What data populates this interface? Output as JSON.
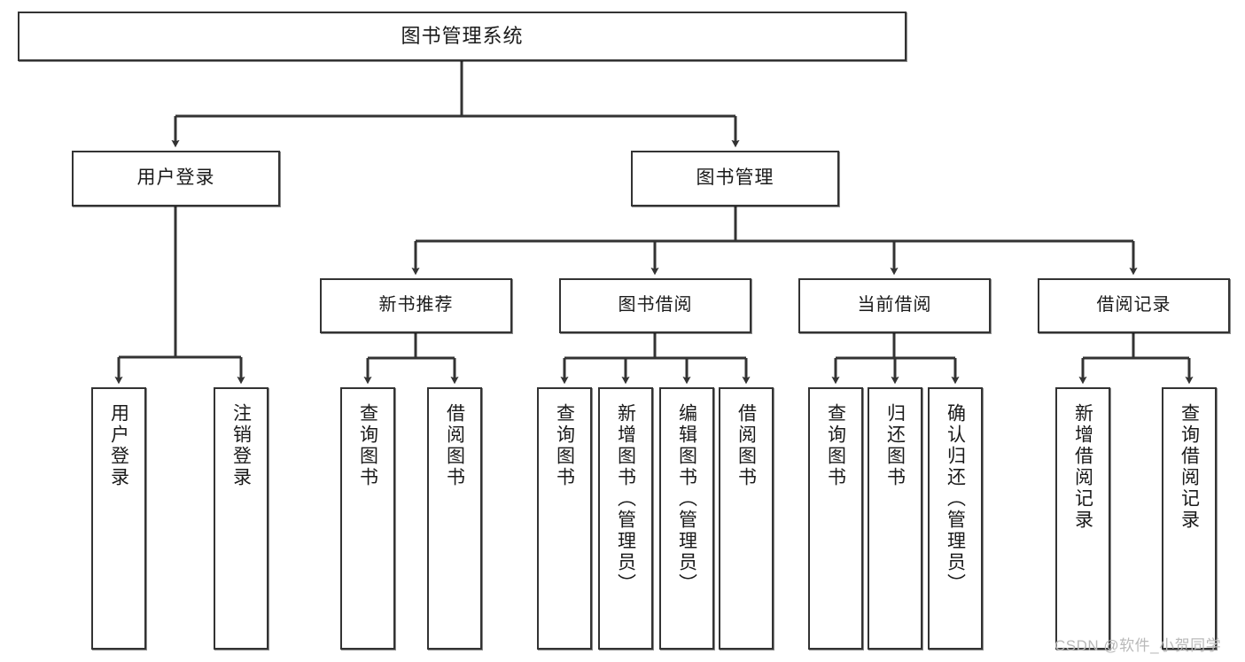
{
  "diagram": {
    "title": "图书管理系统",
    "type": "tree-hierarchy",
    "watermark": "CSDN @软件_小贺同学",
    "colors": {
      "box_border": "#333333",
      "box_fill": "#ffffff",
      "connector": "#333333",
      "text": "#1a1a1a",
      "watermark": "#b9b9b9"
    },
    "root": {
      "label": "图书管理系统"
    },
    "level1": [
      {
        "label": "用户登录"
      },
      {
        "label": "图书管理"
      }
    ],
    "level2": [
      {
        "label": "新书推荐"
      },
      {
        "label": "图书借阅"
      },
      {
        "label": "当前借阅"
      },
      {
        "label": "借阅记录"
      }
    ],
    "leaves": {
      "user_login": [
        {
          "label": "用户登录"
        },
        {
          "label": "注销登录"
        }
      ],
      "new_book_recommend": [
        {
          "label": "查询图书"
        },
        {
          "label": "借阅图书"
        }
      ],
      "book_borrow": [
        {
          "label": "查询图书"
        },
        {
          "label": "新增图书（管理员）"
        },
        {
          "label": "编辑图书（管理员）"
        },
        {
          "label": "借阅图书"
        }
      ],
      "current_borrow": [
        {
          "label": "查询图书"
        },
        {
          "label": "归还图书"
        },
        {
          "label": "确认归还（管理员）"
        }
      ],
      "borrow_record": [
        {
          "label": "新增借阅记录"
        },
        {
          "label": "查询借阅记录"
        }
      ]
    }
  }
}
